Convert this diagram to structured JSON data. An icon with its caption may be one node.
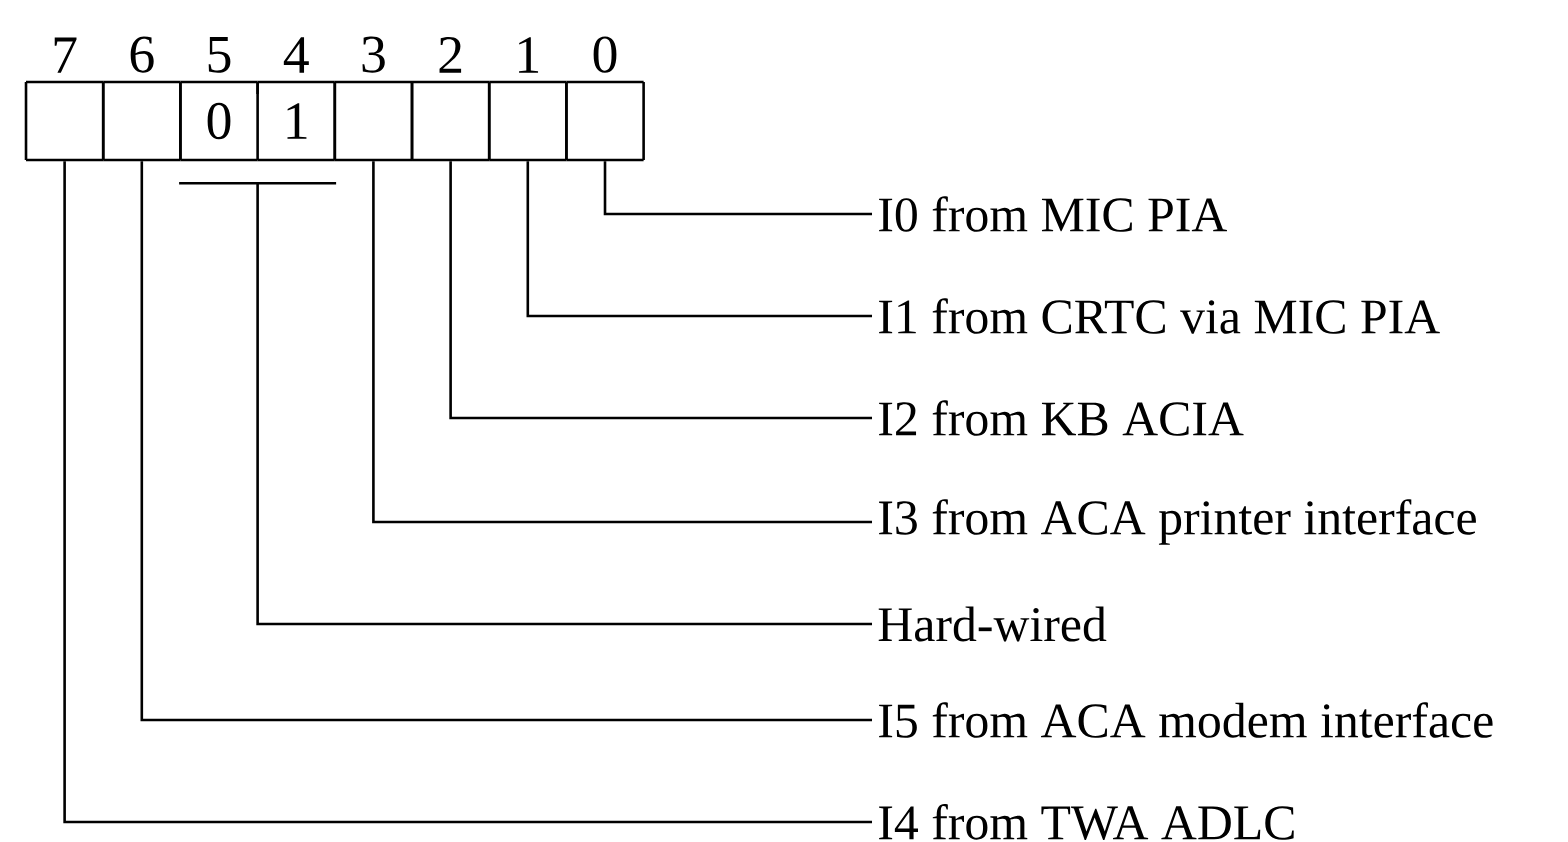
{
  "diagram": {
    "nodes": [
      {
        "text": [
          "7"
        ]
      },
      {
        "text": [
          "6"
        ]
      },
      {
        "text": [
          "5",
          "0"
        ]
      },
      {
        "text": [
          "4",
          "1"
        ]
      },
      {
        "text": [
          "3"
        ]
      },
      {
        "text": [
          "2"
        ]
      },
      {
        "text": [
          "1"
        ]
      },
      {
        "text": [
          "0"
        ]
      },
      {
        "text": [
          "I0 from MIC PIA"
        ]
      },
      {
        "text": [
          "I1 from CRTC via MIC PIA"
        ]
      },
      {
        "text": [
          "I2 from KB ACIA"
        ]
      },
      {
        "text": [
          "I3 from ACA printer interface"
        ]
      },
      {
        "text": [
          "Hard-wired"
        ]
      },
      {
        "text": [
          "I5 from ACA modem interface"
        ]
      },
      {
        "text": [
          "I4 from TWA ADLC"
        ]
      }
    ],
    "edges": [
      {
        "from": 7,
        "to": 8,
        "arrow": "none"
      },
      {
        "from": 6,
        "to": 9,
        "arrow": "none"
      },
      {
        "from": 5,
        "to": 10,
        "arrow": "none"
      },
      {
        "from": 4,
        "to": 11,
        "arrow": "none"
      },
      {
        "from": 2,
        "to": 12,
        "arrow": "none"
      },
      {
        "from": 3,
        "to": 12,
        "arrow": "none"
      },
      {
        "from": 1,
        "to": 13,
        "arrow": "none"
      },
      {
        "from": 0,
        "to": 14,
        "arrow": "none"
      }
    ]
  }
}
